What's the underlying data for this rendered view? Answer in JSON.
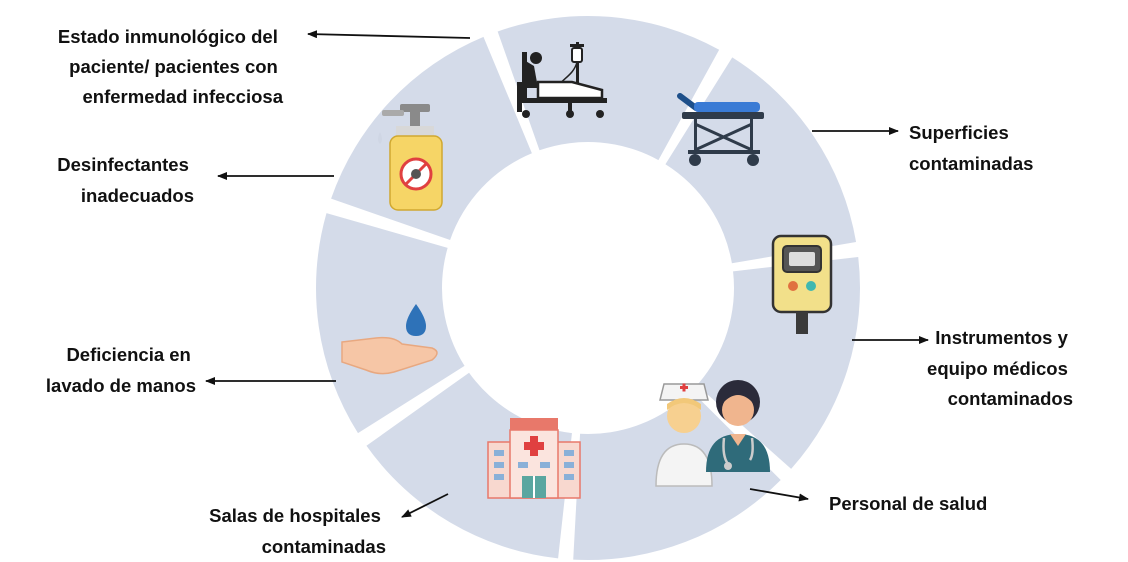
{
  "colors": {
    "segment": "#d4dbe9",
    "arrow": "#111111",
    "text": "#111111"
  },
  "segments": [
    {
      "id": "patient",
      "icon": "hospital-bed-patient-icon",
      "label_lines": [
        "Estado inmunológico del",
        "paciente/ pacientes con",
        "enfermedad infecciosa"
      ]
    },
    {
      "id": "surfaces",
      "icon": "stretcher-icon",
      "label_lines": [
        "Superficies",
        "contaminadas"
      ]
    },
    {
      "id": "instruments",
      "icon": "glucometer-icon",
      "label_lines": [
        "Instrumentos y",
        "equipo médicos",
        "contaminados"
      ]
    },
    {
      "id": "staff",
      "icon": "nurse-and-doctor-icon",
      "label_lines": [
        "Personal de salud"
      ]
    },
    {
      "id": "wards",
      "icon": "hospital-building-icon",
      "label_lines": [
        "Salas de hospitales",
        "contaminadas"
      ]
    },
    {
      "id": "handwash",
      "icon": "hand-water-drop-icon",
      "label_lines": [
        "Deficiencia en",
        "lavado de manos"
      ]
    },
    {
      "id": "disinfectants",
      "icon": "disinfectant-bottle-icon",
      "label_lines": [
        "Desinfectantes",
        "inadecuados"
      ]
    }
  ]
}
